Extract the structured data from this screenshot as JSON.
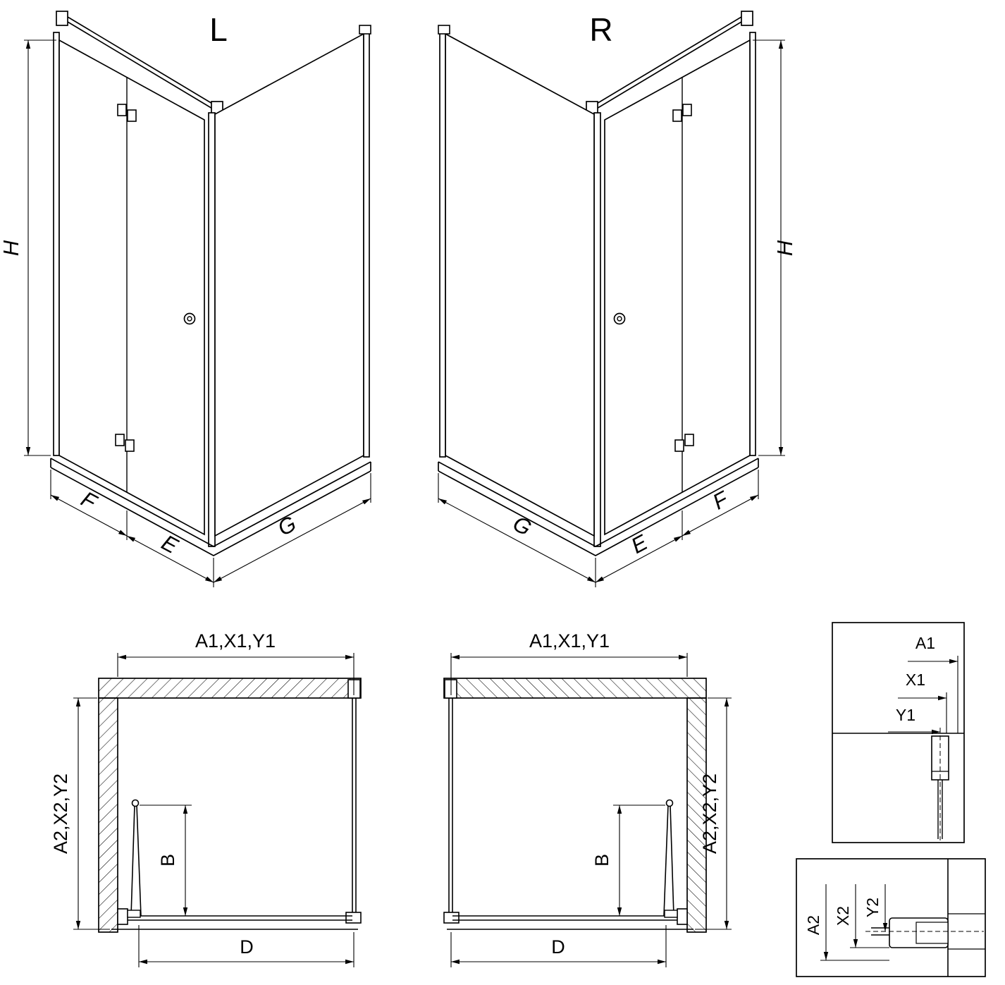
{
  "drawing": {
    "views_3d": {
      "left": {
        "label": "L",
        "dim_height": "H",
        "dim_f": "F",
        "dim_e": "E",
        "dim_g": "G"
      },
      "right": {
        "label": "R",
        "dim_height": "H",
        "dim_f": "F",
        "dim_e": "E",
        "dim_g": "G"
      }
    },
    "plans": {
      "left": {
        "dim_width": "A1,X1,Y1",
        "dim_depth": "A2,X2,Y2",
        "dim_fold": "B",
        "dim_door": "D"
      },
      "right": {
        "dim_width": "A1,X1,Y1",
        "dim_depth": "A2,X2,Y2",
        "dim_fold": "B",
        "dim_door": "D"
      }
    },
    "details": {
      "top": {
        "labels": [
          "A1",
          "X1",
          "Y1"
        ]
      },
      "bottom": {
        "labels": [
          "A2",
          "X2",
          "Y2"
        ]
      }
    },
    "colors": {
      "line": "#000000",
      "background": "#ffffff"
    }
  }
}
